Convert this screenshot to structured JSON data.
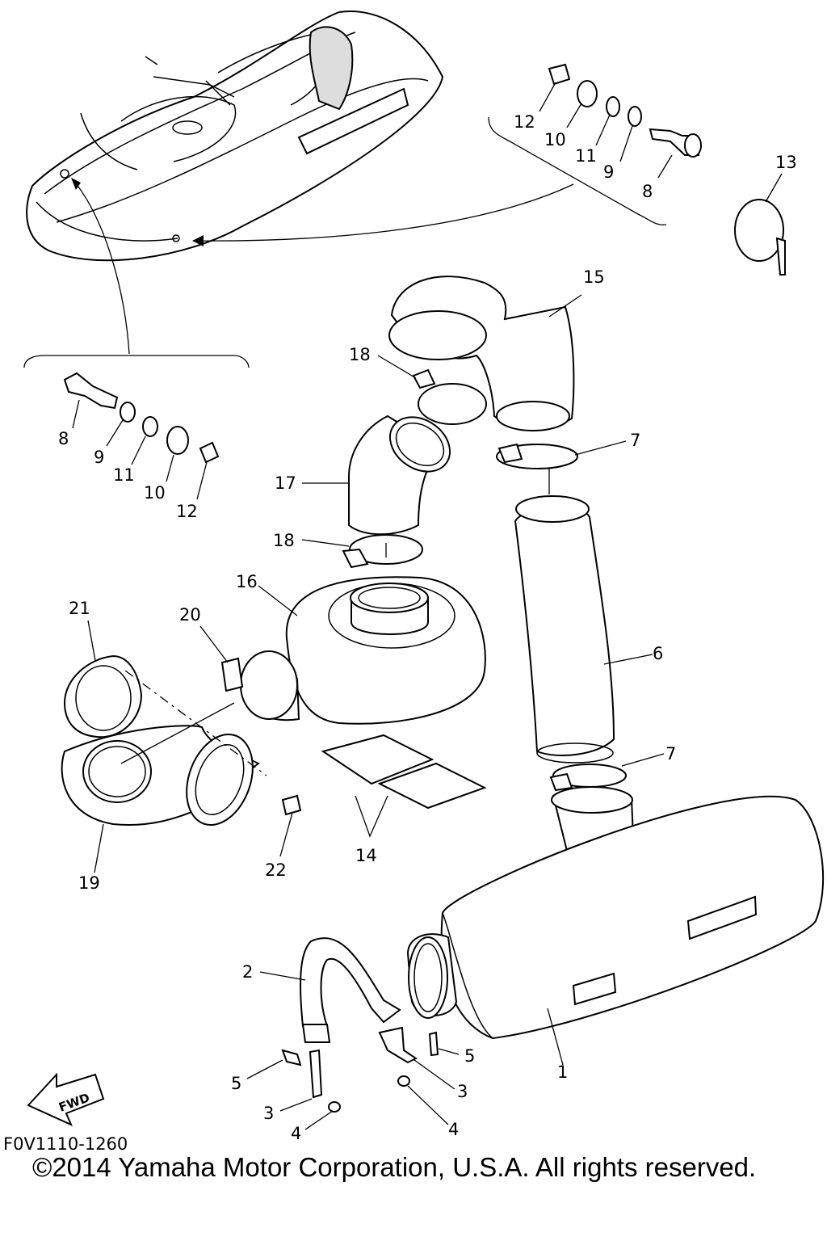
{
  "labels": {
    "p12a": "12",
    "p10a": "10",
    "p11a": "11",
    "p9a": "9",
    "p8a": "8",
    "p13": "13",
    "p15": "15",
    "p18a": "18",
    "p7a": "7",
    "p8b": "8",
    "p9b": "9",
    "p11b": "11",
    "p10b": "10",
    "p12b": "12",
    "p17": "17",
    "p18b": "18",
    "p16": "16",
    "p21": "21",
    "p20": "20",
    "p6": "6",
    "p7b": "7",
    "p14": "14",
    "p22": "22",
    "p19": "19",
    "p2": "2",
    "p5a": "5",
    "p3a": "3",
    "p4a": "4",
    "p5b": "5",
    "p3b": "3",
    "p4b": "4",
    "p1": "1"
  },
  "fwd_badge": "FWD",
  "ref_code": "F0V1110-1260",
  "copyright": "©2014 Yamaha Motor Corporation, U.S.A. All rights reserved."
}
